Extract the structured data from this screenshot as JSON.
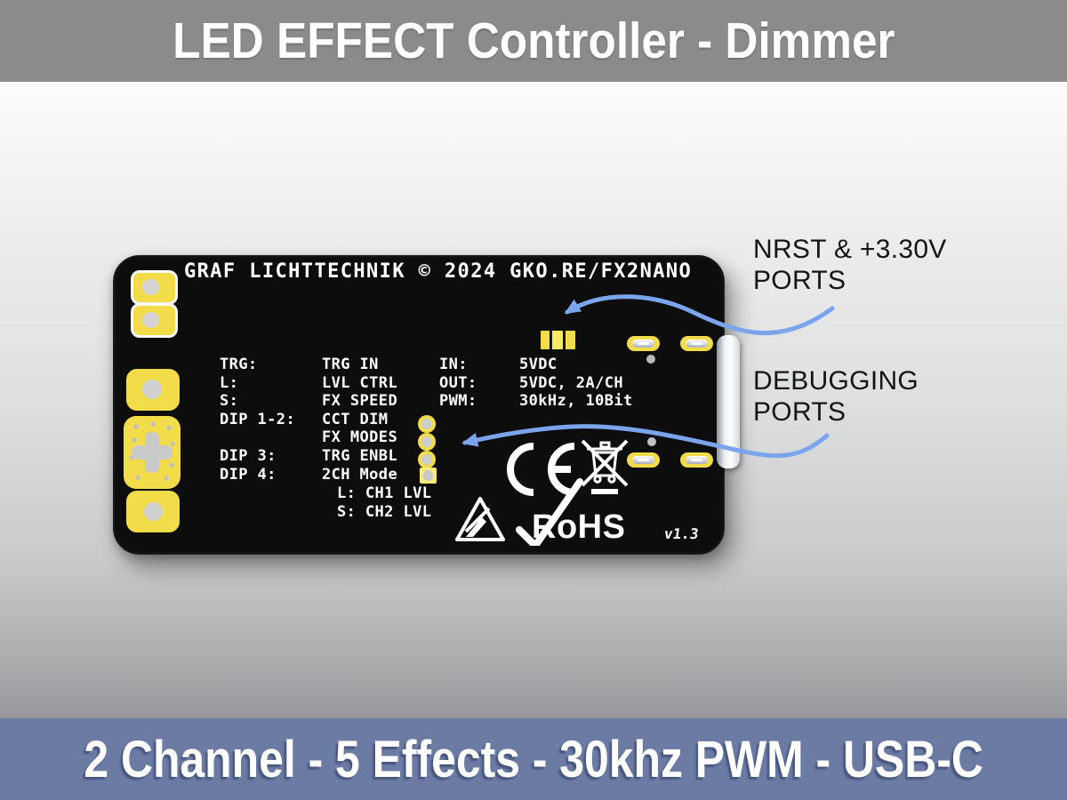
{
  "header": {
    "title": "LED EFFECT Controller - Dimmer"
  },
  "footer": {
    "tagline": "2 Channel - 5 Effects - 30khz PWM - USB-C"
  },
  "pcb": {
    "board_title": "GRAF LICHTTECHNIK © 2024 GKO.RE/FX2NANO",
    "legend": {
      "labels": [
        "TRG:",
        "L:",
        "S:",
        "DIP 1-2:",
        "",
        "DIP 3:",
        "DIP 4:"
      ],
      "functions": [
        "TRG IN",
        "LVL CTRL",
        "FX SPEED",
        "CCT DIM",
        "FX MODES",
        "TRG ENBL",
        "2CH Mode"
      ],
      "sub_functions": [
        "L: CH1 LVL",
        "S: CH2 LVL"
      ],
      "spec_labels": [
        "IN:",
        "OUT:",
        "PWM:"
      ],
      "spec_values": [
        "5VDC",
        "5VDC, 2A/CH",
        "30kHz, 10Bit"
      ]
    },
    "marks": {
      "rohs": "RoHS",
      "version": "v1.3"
    }
  },
  "annotations": {
    "nrst": [
      "NRST & +3.30V",
      "PORTS"
    ],
    "debug": [
      "DEBUGGING",
      "PORTS"
    ]
  },
  "colors": {
    "header_bg": "#8B8B8B",
    "footer_bg": "#6B7BA4",
    "pcb_black": "#0D0D0D",
    "pad_yellow": "#F2DC4A",
    "arrow_blue": "#7AA5EC",
    "silkscreen_white": "#FFFFFF"
  }
}
